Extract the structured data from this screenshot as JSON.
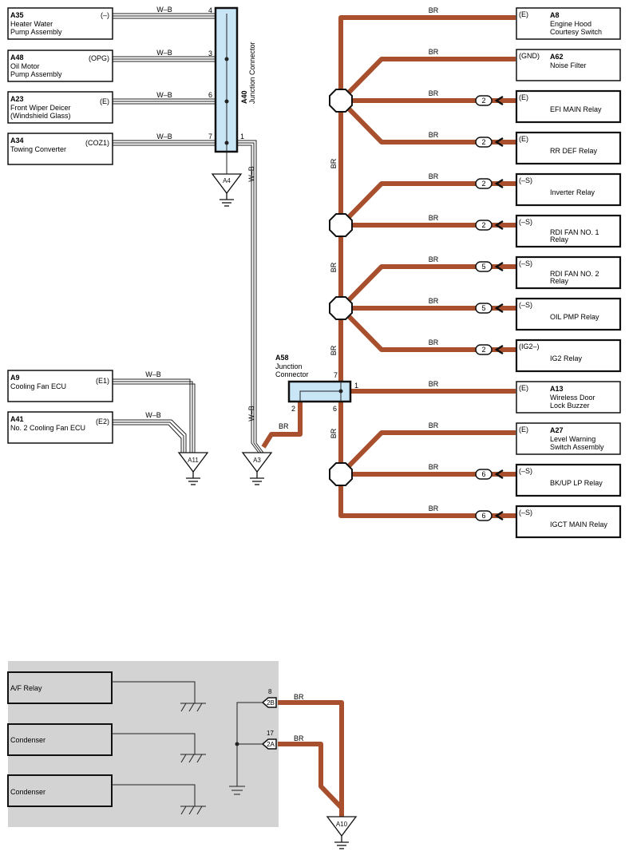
{
  "colors": {
    "wire_br": "#a8502d",
    "wire_wb": "#222222",
    "connector_fill": "#c8e6f5",
    "shade": "#d3d3d3",
    "line": "#222222"
  },
  "left_components": [
    {
      "id": "A35",
      "line1": "Heater Water",
      "line2": "Pump Assembly",
      "term": "(–)",
      "wire": "W–B",
      "pin": "4"
    },
    {
      "id": "A48",
      "line1": "Oil Motor",
      "line2": "Pump Assembly",
      "term": "(OPG)",
      "wire": "W–B",
      "pin": "3"
    },
    {
      "id": "A23",
      "line1": "Front Wiper Deicer",
      "line2": "(Windshield Glass)",
      "term": "(E)",
      "wire": "W–B",
      "pin": "6"
    },
    {
      "id": "A34",
      "line1": "Towing Converter",
      "line2": "",
      "term": "(COZ1)",
      "wire": "W–B",
      "pin": "7"
    }
  ],
  "a40": {
    "id": "A40",
    "name": "Junction Connector",
    "out_pin": "1",
    "out_wire": "W–B"
  },
  "grounds": {
    "a4": "A4",
    "a11": "A11",
    "a3": "A3",
    "a10": "A10"
  },
  "fan_components": [
    {
      "id": "A9",
      "line1": "Cooling Fan ECU",
      "line2": "",
      "term": "(E1)",
      "wire": "W–B"
    },
    {
      "id": "A41",
      "line1": "No. 2 Cooling Fan ECU",
      "line2": "",
      "term": "(E2)",
      "wire": "W–B"
    }
  ],
  "a58": {
    "id": "A58",
    "line1": "Junction",
    "line2": "Connector",
    "pin_in": "7",
    "pin_out": "1",
    "pin_2": "2",
    "pin_6": "6",
    "wire_2": "BR"
  },
  "trunk_labels": [
    "BR",
    "BR",
    "BR",
    "BR"
  ],
  "right_components": [
    {
      "id": "A8",
      "line1": "Engine Hood",
      "line2": "Courtesy Switch",
      "term": "(E)",
      "wire": "BR",
      "pin": ""
    },
    {
      "id": "A62",
      "line1": "Noise Filter",
      "line2": "",
      "term": "(GND)",
      "wire": "BR",
      "pin": ""
    },
    {
      "id": "",
      "line1": "EFI MAIN Relay",
      "line2": "",
      "term": "(E)",
      "wire": "BR",
      "pin": "2"
    },
    {
      "id": "",
      "line1": "RR DEF Relay",
      "line2": "",
      "term": "(E)",
      "wire": "BR",
      "pin": "2"
    },
    {
      "id": "",
      "line1": "Inverter Relay",
      "line2": "",
      "term": "(–S)",
      "wire": "BR",
      "pin": "2"
    },
    {
      "id": "",
      "line1": "RDI FAN NO. 1",
      "line2": "Relay",
      "term": "(–S)",
      "wire": "BR",
      "pin": "2"
    },
    {
      "id": "",
      "line1": "RDI FAN NO. 2",
      "line2": "Relay",
      "term": "(–S)",
      "wire": "BR",
      "pin": "5"
    },
    {
      "id": "",
      "line1": "OIL PMP Relay",
      "line2": "",
      "term": "(–S)",
      "wire": "BR",
      "pin": "5"
    },
    {
      "id": "",
      "line1": "IG2 Relay",
      "line2": "",
      "term": "(IG2–)",
      "wire": "BR",
      "pin": "2"
    },
    {
      "id": "A13",
      "line1": "Wireless Door",
      "line2": "Lock Buzzer",
      "term": "(E)",
      "wire": "BR",
      "pin": ""
    },
    {
      "id": "A27",
      "line1": "Level Warning",
      "line2": "Switch Assembly",
      "term": "(E)",
      "wire": "BR",
      "pin": ""
    },
    {
      "id": "",
      "line1": "BK/UP LP Relay",
      "line2": "",
      "term": "(–S)",
      "wire": "BR",
      "pin": "6"
    },
    {
      "id": "",
      "line1": "IGCT MAIN Relay",
      "line2": "",
      "term": "(–S)",
      "wire": "BR",
      "pin": "6"
    }
  ],
  "bottom_components": [
    {
      "label": "A/F Relay"
    },
    {
      "label": "Condenser"
    },
    {
      "label": "Condenser"
    }
  ],
  "bottom_connectors": [
    {
      "pin": "8",
      "code": "2B",
      "wire": "BR"
    },
    {
      "pin": "17",
      "code": "2A",
      "wire": "BR"
    }
  ]
}
